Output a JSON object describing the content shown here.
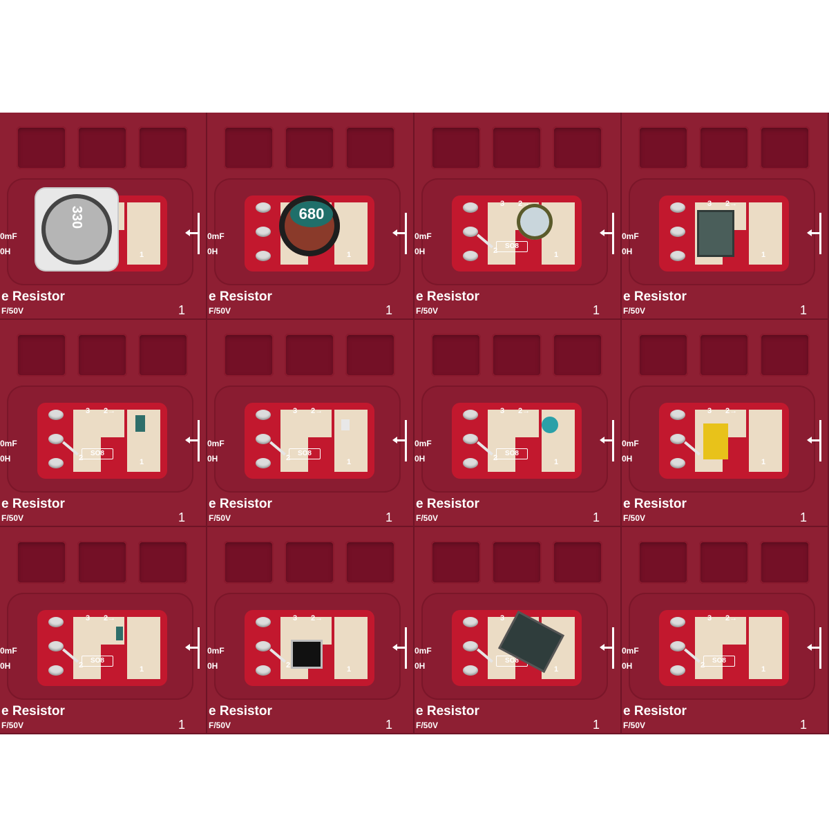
{
  "background": "#ffffff",
  "colors": {
    "tray": "#8e1f33",
    "pcb": "#c2182e",
    "pad": "#ebdcc5"
  },
  "cells": [
    {
      "side_top": "0mF",
      "side_bottom": "0H",
      "title": "e Resistor",
      "sub": "F/50V",
      "qty": "1",
      "component": "inductor-330",
      "component_label": "330"
    },
    {
      "side_top": "0mF",
      "side_bottom": "0H",
      "title": "e Resistor",
      "sub": "F/50V",
      "qty": "1",
      "component": "inductor-680",
      "component_label": "680"
    },
    {
      "side_top": "0mF",
      "side_bottom": "0H",
      "title": "e Resistor",
      "sub": "F/50V",
      "qty": "1",
      "component": "electrolytic-cap",
      "component_label": "",
      "board_label": "SO8"
    },
    {
      "side_top": "0mF",
      "side_bottom": "0H",
      "title": "e Resistor",
      "sub": "F/50V",
      "qty": "1",
      "component": "smd-square",
      "component_label": ""
    },
    {
      "side_top": "0mF",
      "side_bottom": "0H",
      "title": "e Resistor",
      "sub": "F/50V",
      "qty": "1",
      "component": "smd-small",
      "component_label": "",
      "board_label": "SO8"
    },
    {
      "side_top": "0mF",
      "side_bottom": "0H",
      "title": "e Resistor",
      "sub": "F/50V",
      "qty": "1",
      "component": "smd-tiny",
      "component_label": "",
      "board_label": "SO8"
    },
    {
      "side_top": "0mF",
      "side_bottom": "0H",
      "title": "e Resistor",
      "sub": "F/50V",
      "qty": "1",
      "component": "round-inductor",
      "component_label": "",
      "board_label": "SO8"
    },
    {
      "side_top": "0mF",
      "side_bottom": "0H",
      "title": "e Resistor",
      "sub": "F/50V",
      "qty": "1",
      "component": "tantalum-cap",
      "component_label": ""
    },
    {
      "side_top": "0mF",
      "side_bottom": "0H",
      "title": "e Resistor",
      "sub": "F/50V",
      "qty": "1",
      "component": "smd-small",
      "component_label": "",
      "board_label": "SO8"
    },
    {
      "side_top": "0mF",
      "side_bottom": "0H",
      "title": "e Resistor",
      "sub": "F/50V",
      "qty": "1",
      "component": "soic-8",
      "component_label": ""
    },
    {
      "side_top": "0mF",
      "side_bottom": "0H",
      "title": "e Resistor",
      "sub": "F/50V",
      "qty": "1",
      "component": "dpak",
      "component_label": "",
      "board_label": "SO8"
    },
    {
      "side_top": "0mF",
      "side_bottom": "0H",
      "title": "e Resistor",
      "sub": "F/50V",
      "qty": "1",
      "component": "empty",
      "component_label": "",
      "board_label": "SO8"
    }
  ]
}
